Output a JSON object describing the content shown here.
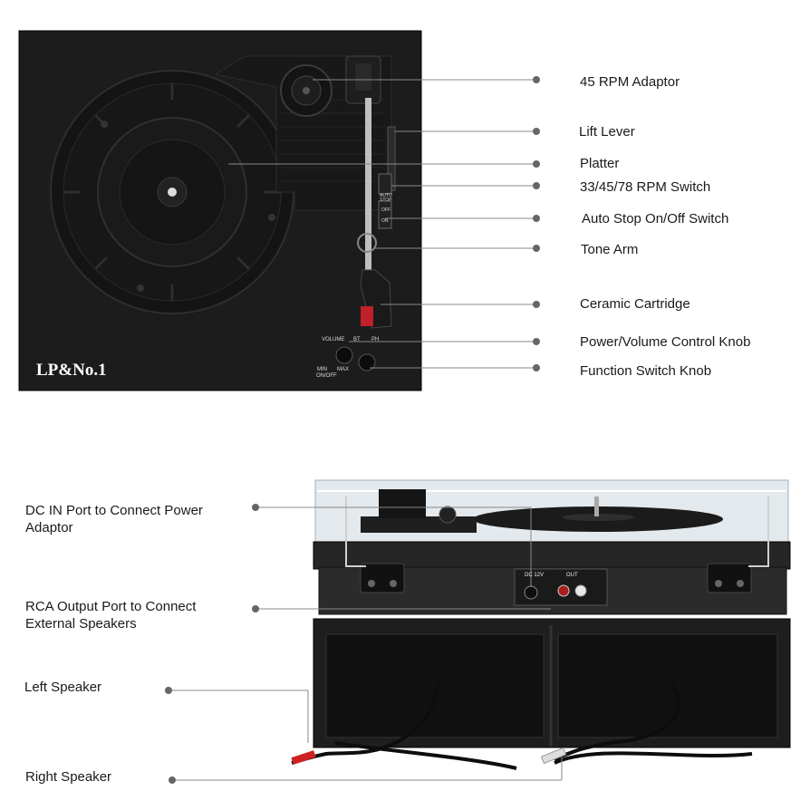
{
  "top_labels": [
    {
      "id": "adaptor",
      "text": "45 RPM Adaptor"
    },
    {
      "id": "lift",
      "text": "Lift Lever"
    },
    {
      "id": "platter",
      "text": "Platter"
    },
    {
      "id": "rpm",
      "text": "33/45/78 RPM Switch"
    },
    {
      "id": "autostop",
      "text": "Auto Stop On/Off Switch"
    },
    {
      "id": "tonearm",
      "text": "Tone Arm"
    },
    {
      "id": "cartridge",
      "text": "Ceramic Cartridge"
    },
    {
      "id": "volume",
      "text": "Power/Volume Control Knob"
    },
    {
      "id": "function",
      "text": "Function Switch Knob"
    }
  ],
  "bottom_labels": [
    {
      "id": "dcin",
      "text": "DC IN Port to Connect Power Adaptor"
    },
    {
      "id": "rca",
      "text": "RCA Output Port to Connect External Speakers"
    },
    {
      "id": "left",
      "text": "Left Speaker"
    },
    {
      "id": "right",
      "text": "Right Speaker"
    }
  ],
  "device_text": {
    "brand_logo": "LP&No.1",
    "volume": "VOLUME",
    "min": "MIN",
    "onoff": "ON/OFF",
    "max": "MAX",
    "bt": "BT",
    "ph": "PH",
    "auto_stop": "AUTO STOP",
    "off": "OFF",
    "on": "ON",
    "dc": "DC 12V",
    "out": "OUT"
  }
}
